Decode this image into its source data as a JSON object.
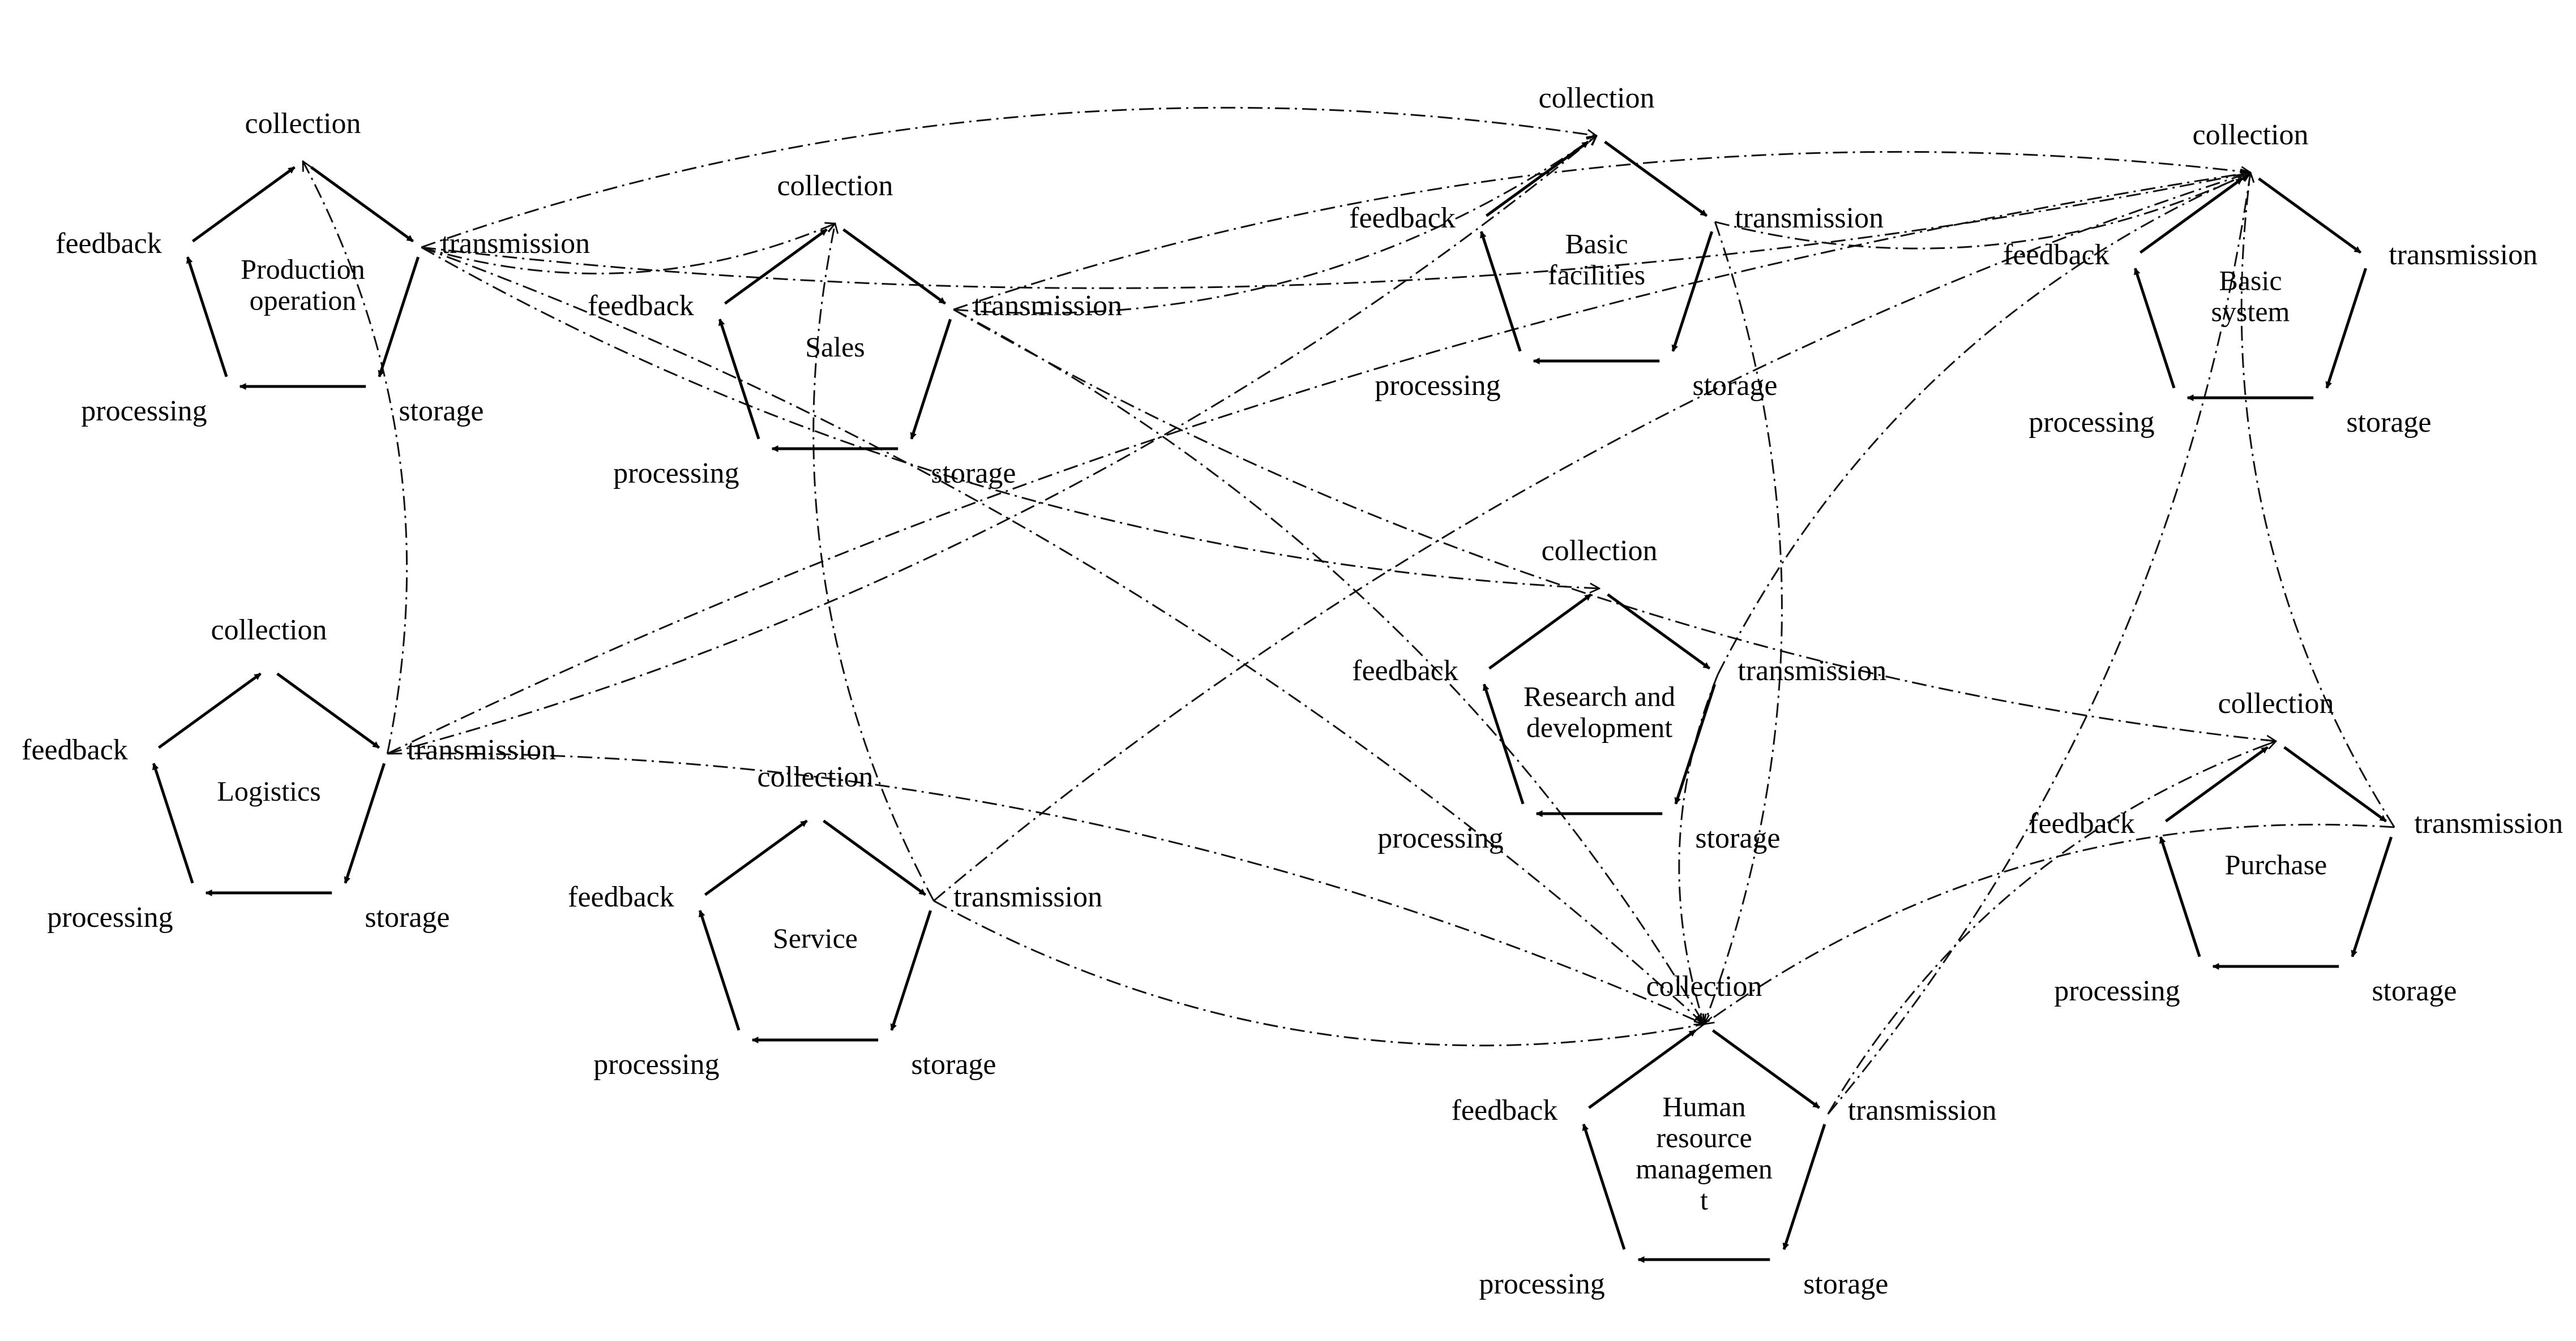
{
  "modules": [
    {
      "id": "production",
      "name_lines": [
        "Production",
        "operation"
      ],
      "labels": {
        "collection": "collection",
        "transmission": "transmission",
        "storage": "storage",
        "processing": "processing",
        "feedback": "feedback"
      }
    },
    {
      "id": "sales",
      "name_lines": [
        "Sales"
      ],
      "labels": {
        "collection": "collection",
        "transmission": "transmission",
        "storage": "storage",
        "processing": "processing",
        "feedback": "feedback"
      }
    },
    {
      "id": "basic-facilities",
      "name_lines": [
        "Basic",
        "facilities"
      ],
      "labels": {
        "collection": "collection",
        "transmission": "transmission",
        "storage": "storage",
        "processing": "processing",
        "feedback": "feedback"
      }
    },
    {
      "id": "basic-system",
      "name_lines": [
        "Basic",
        "system"
      ],
      "labels": {
        "collection": "collection",
        "transmission": "transmission",
        "storage": "storage",
        "processing": "processing",
        "feedback": "feedback"
      }
    },
    {
      "id": "logistics",
      "name_lines": [
        "Logistics"
      ],
      "labels": {
        "collection": "collection",
        "transmission": "transmission",
        "storage": "storage",
        "processing": "processing",
        "feedback": "feedback"
      }
    },
    {
      "id": "service",
      "name_lines": [
        "Service"
      ],
      "labels": {
        "collection": "collection",
        "transmission": "transmission",
        "storage": "storage",
        "processing": "processing",
        "feedback": "feedback"
      }
    },
    {
      "id": "research",
      "name_lines": [
        "Research and",
        "development"
      ],
      "labels": {
        "collection": "collection",
        "transmission": "transmission",
        "storage": "storage",
        "processing": "processing",
        "feedback": "feedback"
      }
    },
    {
      "id": "purchase",
      "name_lines": [
        "Purchase"
      ],
      "labels": {
        "collection": "collection",
        "transmission": "transmission",
        "storage": "storage",
        "processing": "processing",
        "feedback": "feedback"
      }
    },
    {
      "id": "hr",
      "name_lines": [
        "Human",
        "resource",
        "managemen",
        "t"
      ],
      "labels": {
        "collection": "collection",
        "transmission": "transmission",
        "storage": "storage",
        "processing": "processing",
        "feedback": "feedback"
      }
    }
  ],
  "connections": [
    {
      "from": "production",
      "to": "basic-system"
    },
    {
      "from": "production",
      "to": "basic-facilities"
    },
    {
      "from": "production",
      "to": "research"
    },
    {
      "from": "production",
      "to": "hr"
    },
    {
      "from": "production",
      "to": "sales"
    },
    {
      "from": "sales",
      "to": "basic-system"
    },
    {
      "from": "sales",
      "to": "basic-facilities"
    },
    {
      "from": "sales",
      "to": "hr"
    },
    {
      "from": "sales",
      "to": "purchase"
    },
    {
      "from": "logistics",
      "to": "basic-system"
    },
    {
      "from": "logistics",
      "to": "basic-facilities"
    },
    {
      "from": "logistics",
      "to": "hr"
    },
    {
      "from": "logistics",
      "to": "production"
    },
    {
      "from": "service",
      "to": "sales"
    },
    {
      "from": "service",
      "to": "hr"
    },
    {
      "from": "service",
      "to": "basic-system"
    },
    {
      "from": "basic-facilities",
      "to": "basic-system"
    },
    {
      "from": "basic-facilities",
      "to": "hr"
    },
    {
      "from": "research",
      "to": "hr"
    },
    {
      "from": "research",
      "to": "basic-system"
    },
    {
      "from": "purchase",
      "to": "hr"
    },
    {
      "from": "purchase",
      "to": "basic-system"
    },
    {
      "from": "hr",
      "to": "basic-system"
    },
    {
      "from": "hr",
      "to": "purchase"
    }
  ]
}
